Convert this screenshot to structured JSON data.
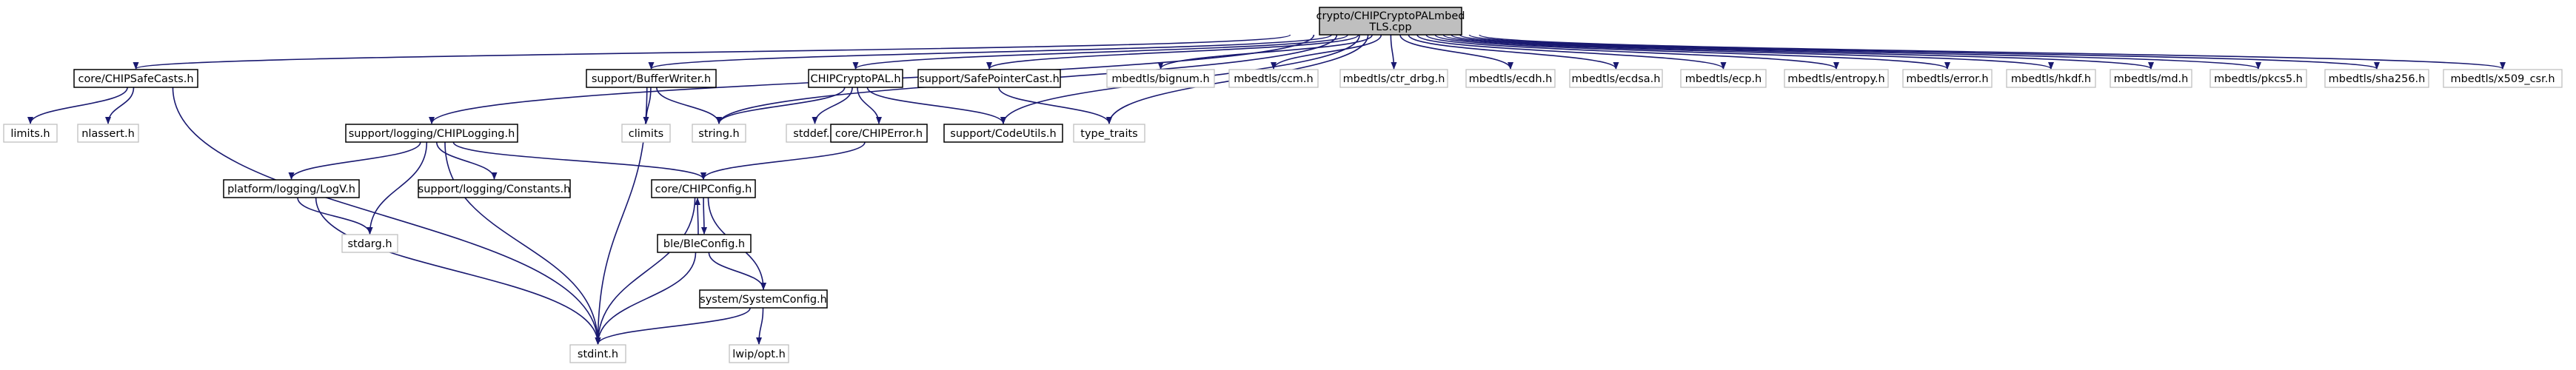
{
  "colors": {
    "edge": "#191970",
    "root_fill": "#bfbfbf",
    "root_border": "#000000",
    "doc_border": "#000000",
    "ext_border": "#bfbfbf",
    "text": "#000000"
  },
  "nodes": {
    "root": {
      "lines": [
        "crypto/CHIPCryptoPALmbed",
        "TLS.cpp"
      ],
      "kind": "root"
    },
    "chip_safe_casts": {
      "lines": [
        "core/CHIPSafeCasts.h"
      ],
      "kind": "doc"
    },
    "chip_logging": {
      "lines": [
        "support/logging/CHIPLogging.h"
      ],
      "kind": "doc"
    },
    "buffer_writer": {
      "lines": [
        "support/BufferWriter.h"
      ],
      "kind": "doc"
    },
    "chip_crypto_pal": {
      "lines": [
        "CHIPCryptoPAL.h"
      ],
      "kind": "doc"
    },
    "safe_pointer_cast": {
      "lines": [
        "support/SafePointerCast.h"
      ],
      "kind": "doc"
    },
    "mbedtls_bignum": {
      "lines": [
        "mbedtls/bignum.h"
      ],
      "kind": "ext"
    },
    "mbedtls_ccm": {
      "lines": [
        "mbedtls/ccm.h"
      ],
      "kind": "ext"
    },
    "mbedtls_ctr_drbg": {
      "lines": [
        "mbedtls/ctr_drbg.h"
      ],
      "kind": "ext"
    },
    "mbedtls_ecdh": {
      "lines": [
        "mbedtls/ecdh.h"
      ],
      "kind": "ext"
    },
    "mbedtls_ecdsa": {
      "lines": [
        "mbedtls/ecdsa.h"
      ],
      "kind": "ext"
    },
    "mbedtls_ecp": {
      "lines": [
        "mbedtls/ecp.h"
      ],
      "kind": "ext"
    },
    "mbedtls_entropy": {
      "lines": [
        "mbedtls/entropy.h"
      ],
      "kind": "ext"
    },
    "mbedtls_error": {
      "lines": [
        "mbedtls/error.h"
      ],
      "kind": "ext"
    },
    "mbedtls_hkdf": {
      "lines": [
        "mbedtls/hkdf.h"
      ],
      "kind": "ext"
    },
    "mbedtls_md": {
      "lines": [
        "mbedtls/md.h"
      ],
      "kind": "ext"
    },
    "mbedtls_pkcs5": {
      "lines": [
        "mbedtls/pkcs5.h"
      ],
      "kind": "ext"
    },
    "mbedtls_sha256": {
      "lines": [
        "mbedtls/sha256.h"
      ],
      "kind": "ext"
    },
    "mbedtls_x509_csr": {
      "lines": [
        "mbedtls/x509_csr.h"
      ],
      "kind": "ext"
    },
    "limits_h": {
      "lines": [
        "limits.h"
      ],
      "kind": "ext"
    },
    "nlassert_h": {
      "lines": [
        "nlassert.h"
      ],
      "kind": "ext"
    },
    "climits": {
      "lines": [
        "climits"
      ],
      "kind": "ext"
    },
    "string_h": {
      "lines": [
        "string.h"
      ],
      "kind": "ext"
    },
    "stddef_h": {
      "lines": [
        "stddef.h"
      ],
      "kind": "ext"
    },
    "chip_error": {
      "lines": [
        "core/CHIPError.h"
      ],
      "kind": "doc"
    },
    "code_utils": {
      "lines": [
        "support/CodeUtils.h"
      ],
      "kind": "doc"
    },
    "type_traits": {
      "lines": [
        "type_traits"
      ],
      "kind": "ext"
    },
    "logv": {
      "lines": [
        "platform/logging/LogV.h"
      ],
      "kind": "doc"
    },
    "constants": {
      "lines": [
        "support/logging/Constants.h"
      ],
      "kind": "doc"
    },
    "chip_config": {
      "lines": [
        "core/CHIPConfig.h"
      ],
      "kind": "doc"
    },
    "stdarg_h": {
      "lines": [
        "stdarg.h"
      ],
      "kind": "ext"
    },
    "ble_config": {
      "lines": [
        "ble/BleConfig.h"
      ],
      "kind": "doc"
    },
    "system_config": {
      "lines": [
        "system/SystemConfig.h"
      ],
      "kind": "doc"
    },
    "stdint_h": {
      "lines": [
        "stdint.h"
      ],
      "kind": "ext"
    },
    "lwip_opt": {
      "lines": [
        "lwip/opt.h"
      ],
      "kind": "ext"
    }
  },
  "edges": [
    [
      "root",
      "chip_safe_casts"
    ],
    [
      "root",
      "chip_logging"
    ],
    [
      "root",
      "buffer_writer"
    ],
    [
      "root",
      "string_h"
    ],
    [
      "root",
      "chip_crypto_pal"
    ],
    [
      "root",
      "safe_pointer_cast"
    ],
    [
      "root",
      "code_utils"
    ],
    [
      "root",
      "type_traits"
    ],
    [
      "root",
      "mbedtls_bignum"
    ],
    [
      "root",
      "mbedtls_ccm"
    ],
    [
      "root",
      "mbedtls_ctr_drbg"
    ],
    [
      "root",
      "mbedtls_ecdh"
    ],
    [
      "root",
      "mbedtls_ecdsa"
    ],
    [
      "root",
      "mbedtls_ecp"
    ],
    [
      "root",
      "mbedtls_entropy"
    ],
    [
      "root",
      "mbedtls_error"
    ],
    [
      "root",
      "mbedtls_hkdf"
    ],
    [
      "root",
      "mbedtls_md"
    ],
    [
      "root",
      "mbedtls_pkcs5"
    ],
    [
      "root",
      "mbedtls_sha256"
    ],
    [
      "root",
      "mbedtls_x509_csr"
    ],
    [
      "chip_safe_casts",
      "limits_h"
    ],
    [
      "chip_safe_casts",
      "nlassert_h"
    ],
    [
      "chip_safe_casts",
      "stdint_h"
    ],
    [
      "buffer_writer",
      "climits"
    ],
    [
      "buffer_writer",
      "string_h"
    ],
    [
      "buffer_writer",
      "stdint_h"
    ],
    [
      "chip_crypto_pal",
      "string_h"
    ],
    [
      "chip_crypto_pal",
      "stddef_h"
    ],
    [
      "chip_crypto_pal",
      "chip_error"
    ],
    [
      "chip_crypto_pal",
      "code_utils"
    ],
    [
      "safe_pointer_cast",
      "type_traits"
    ],
    [
      "chip_error",
      "chip_config"
    ],
    [
      "chip_logging",
      "logv"
    ],
    [
      "chip_logging",
      "constants"
    ],
    [
      "chip_logging",
      "chip_config"
    ],
    [
      "chip_logging",
      "stdarg_h"
    ],
    [
      "chip_logging",
      "stdint_h"
    ],
    [
      "logv",
      "stdarg_h"
    ],
    [
      "logv",
      "stdint_h"
    ],
    [
      "chip_config",
      "ble_config"
    ],
    [
      "chip_config",
      "system_config"
    ],
    [
      "chip_config",
      "stdint_h"
    ],
    [
      "ble_config",
      "chip_config"
    ],
    [
      "ble_config",
      "system_config"
    ],
    [
      "ble_config",
      "stdint_h"
    ],
    [
      "system_config",
      "stdint_h"
    ],
    [
      "system_config",
      "lwip_opt"
    ]
  ]
}
